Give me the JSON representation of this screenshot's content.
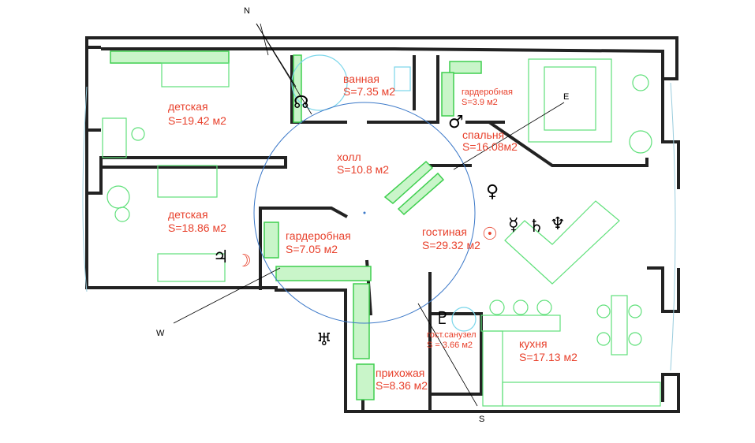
{
  "rooms": [
    {
      "name": "детская",
      "area": "S=19.42 м2"
    },
    {
      "name": "ванная",
      "area": "S=7.35 м2"
    },
    {
      "name": "гардеробная",
      "area": "S=3.9  м2"
    },
    {
      "name": "спальня",
      "area": "S=16.08м2"
    },
    {
      "name": "холл",
      "area": "S=10.8  м2"
    },
    {
      "name": "детская",
      "area": "S=18.86  м2"
    },
    {
      "name": "гардеробная",
      "area": "S=7.05  м2"
    },
    {
      "name": "гостиная",
      "area": "S=29.32  м2"
    },
    {
      "name": "гост.санузел",
      "area": "S = 3.66 м2"
    },
    {
      "name": "кухня",
      "area": "S=17.13 м2"
    },
    {
      "name": "прихожая",
      "area": "S=8.36 м2"
    }
  ],
  "compass": {
    "north": "N",
    "east": "E",
    "south": "S",
    "west": "W"
  },
  "symbols": {
    "north_node": "☊",
    "mars": "♂",
    "venus": "♀",
    "mercury": "☿",
    "saturn": "♄",
    "neptune": "♆",
    "sun": "☉",
    "jupiter": "♃",
    "moon": "☽",
    "pluto": "♇",
    "uranus": "♅"
  },
  "colors": {
    "label": "#e8412c",
    "wall": "#222222",
    "furniture": "#5fe07a",
    "circle": "#3b78c8"
  }
}
